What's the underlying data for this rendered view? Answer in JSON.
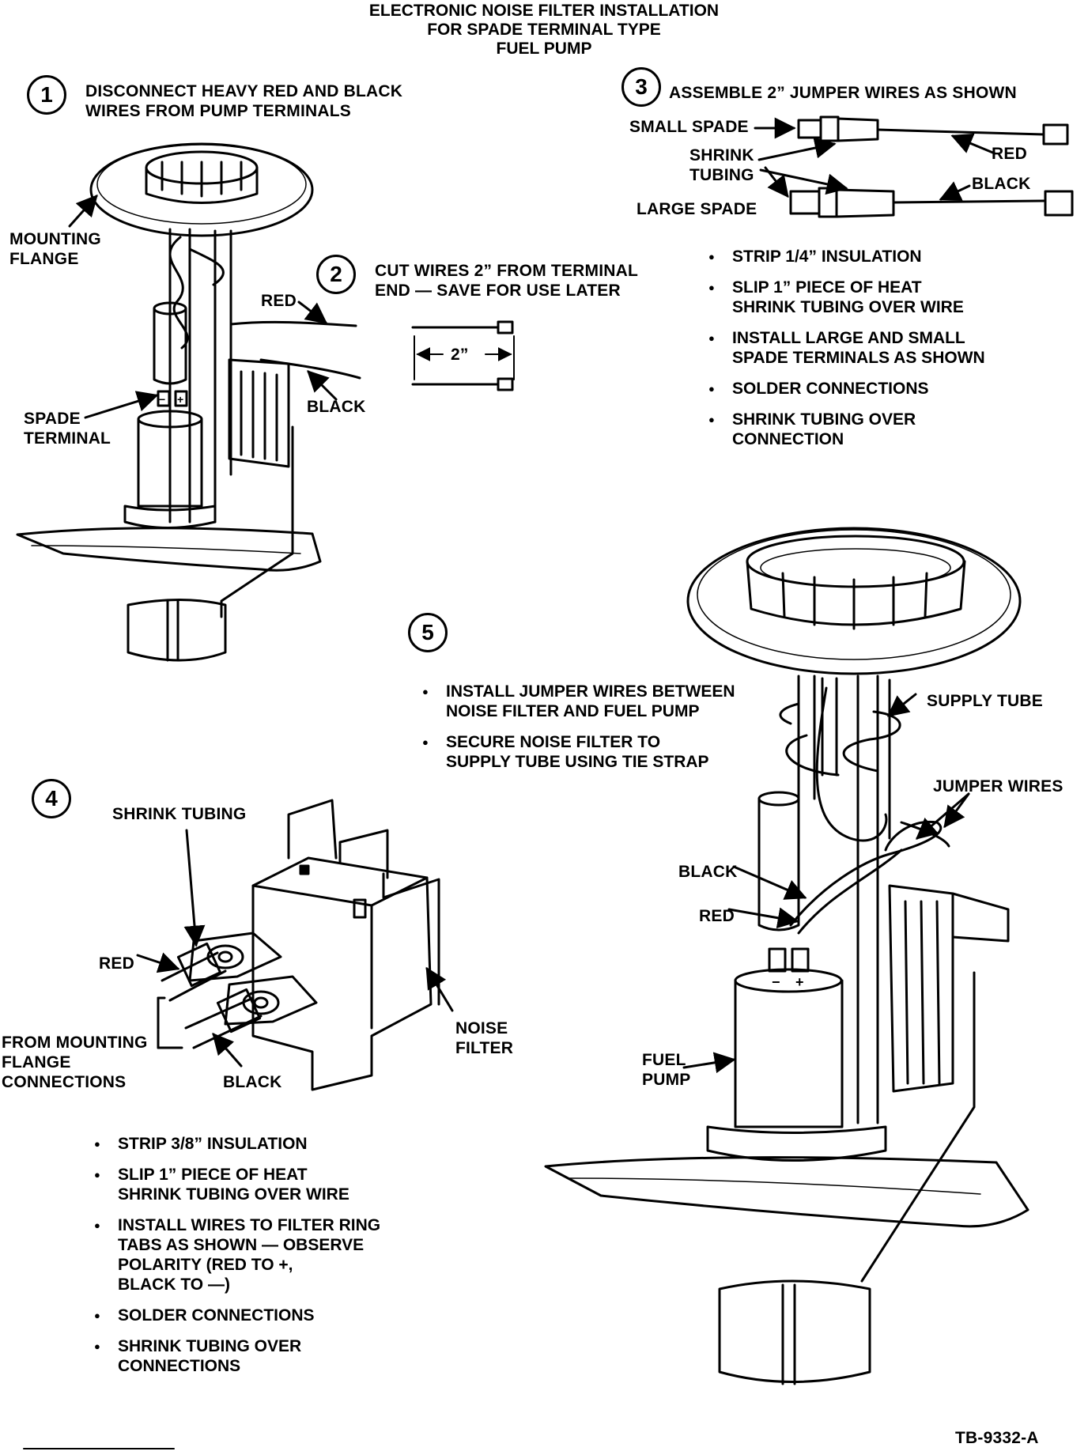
{
  "title": {
    "line1": "ELECTRONIC NOISE FILTER INSTALLATION",
    "line2": "FOR SPADE TERMINAL TYPE",
    "line3": "FUEL PUMP"
  },
  "step1": {
    "number": "1",
    "text": "DISCONNECT HEAVY RED AND BLACK\nWIRES FROM PUMP TERMINALS",
    "labels": {
      "mounting_flange": "MOUNTING\nFLANGE",
      "red": "RED",
      "black": "BLACK",
      "spade_terminal": "SPADE\nTERMINAL"
    }
  },
  "step2": {
    "number": "2",
    "text": "CUT WIRES 2” FROM TERMINAL\nEND — SAVE FOR USE LATER",
    "dimension": "2”"
  },
  "step3": {
    "number": "3",
    "text": "ASSEMBLE 2” JUMPER WIRES AS SHOWN",
    "labels": {
      "small_spade": "SMALL SPADE",
      "shrink_tubing": "SHRINK\nTUBING",
      "red": "RED",
      "black": "BLACK",
      "large_spade": "LARGE SPADE"
    },
    "bullets": [
      "STRIP 1/4” INSULATION",
      "SLIP 1” PIECE OF HEAT\nSHRINK TUBING OVER WIRE",
      "INSTALL LARGE AND SMALL\nSPADE TERMINALS AS SHOWN",
      "SOLDER CONNECTIONS",
      "SHRINK TUBING OVER\nCONNECTION"
    ]
  },
  "step4": {
    "number": "4",
    "labels": {
      "shrink_tubing": "SHRINK TUBING",
      "red": "RED",
      "from_mounting": "FROM MOUNTING\nFLANGE\nCONNECTIONS",
      "black": "BLACK",
      "noise_filter": "NOISE\nFILTER"
    },
    "bullets": [
      "STRIP 3/8” INSULATION",
      "SLIP 1” PIECE OF HEAT\nSHRINK TUBING OVER WIRE",
      "INSTALL WIRES TO FILTER RING\nTABS AS SHOWN — OBSERVE\nPOLARITY (RED TO +,\nBLACK TO —)",
      "SOLDER CONNECTIONS",
      "SHRINK TUBING OVER\nCONNECTIONS"
    ]
  },
  "step5": {
    "number": "5",
    "bullets": [
      "INSTALL JUMPER WIRES BETWEEN\nNOISE FILTER AND FUEL PUMP",
      "SECURE NOISE FILTER TO\nSUPPLY TUBE USING TIE STRAP"
    ],
    "labels": {
      "supply_tube": "SUPPLY TUBE",
      "jumper_wires": "JUMPER WIRES",
      "black": "BLACK",
      "red": "RED",
      "fuel_pump": "FUEL\nPUMP",
      "minus": "−",
      "plus": "+"
    }
  },
  "figure_number": "TB-9332-A"
}
